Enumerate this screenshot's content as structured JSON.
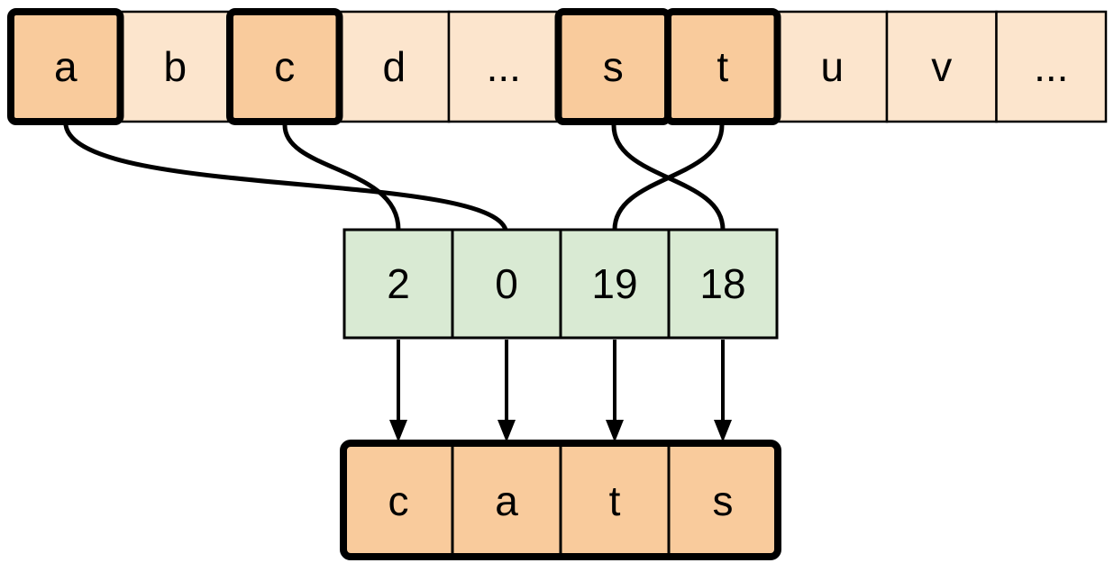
{
  "colors": {
    "background": "#ffffff",
    "cell-light": "#fce5cd",
    "cell-highlight": "#f9cb9c",
    "cell-green": "#d9ead3",
    "line": "#000000"
  },
  "alphabet_row": {
    "cells": [
      {
        "label": "a",
        "highlighted": true
      },
      {
        "label": "b",
        "highlighted": false
      },
      {
        "label": "c",
        "highlighted": true
      },
      {
        "label": "d",
        "highlighted": false
      },
      {
        "label": "...",
        "highlighted": false
      },
      {
        "label": "s",
        "highlighted": true
      },
      {
        "label": "t",
        "highlighted": true
      },
      {
        "label": "u",
        "highlighted": false
      },
      {
        "label": "v",
        "highlighted": false
      },
      {
        "label": "...",
        "highlighted": false
      }
    ]
  },
  "index_row": {
    "cells": [
      {
        "value": "2"
      },
      {
        "value": "0"
      },
      {
        "value": "19"
      },
      {
        "value": "18"
      }
    ]
  },
  "result_row": {
    "cells": [
      {
        "label": "c"
      },
      {
        "label": "a"
      },
      {
        "label": "t"
      },
      {
        "label": "s"
      }
    ]
  },
  "mappings": {
    "letter_to_index_links": [
      {
        "from": "a",
        "to": "0"
      },
      {
        "from": "c",
        "to": "2"
      },
      {
        "from": "s",
        "to": "18"
      },
      {
        "from": "t",
        "to": "19"
      }
    ],
    "index_to_result_arrows": [
      {
        "from": "2",
        "to": "c"
      },
      {
        "from": "0",
        "to": "a"
      },
      {
        "from": "19",
        "to": "t"
      },
      {
        "from": "18",
        "to": "s"
      }
    ]
  }
}
